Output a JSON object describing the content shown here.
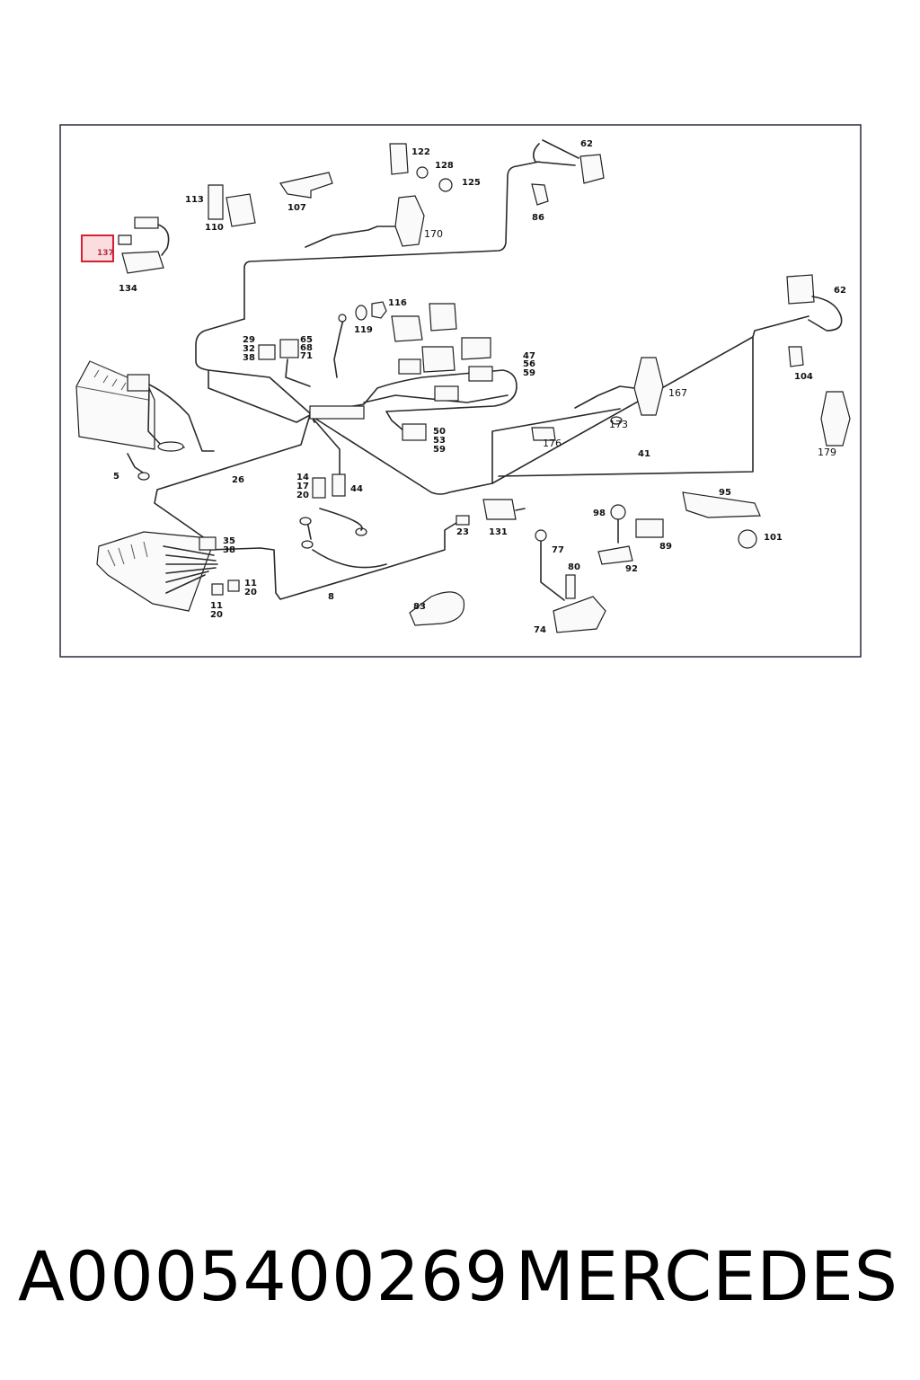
{
  "footer": {
    "part_number": "A0005400269",
    "brand": "MERCEDES"
  },
  "highlight": {
    "label": "137"
  },
  "labels": {
    "l122": "122",
    "l128": "128",
    "l125": "125",
    "l62a": "62",
    "l86": "86",
    "l113": "113",
    "l110": "110",
    "l107": "107",
    "l170": "170",
    "l134": "134",
    "l116": "116",
    "l119": "119",
    "l62b": "62",
    "g29": "29",
    "g32": "32",
    "g38": "38",
    "g65": "65",
    "g68": "68",
    "g71": "71",
    "g47": "47",
    "g56": "56",
    "g59a": "59",
    "l104": "104",
    "l167": "167",
    "l173": "173",
    "l176": "176",
    "g50": "50",
    "g53": "53",
    "g59b": "59",
    "l41": "41",
    "l179": "179",
    "l5": "5",
    "l26": "26",
    "g14": "14",
    "g17": "17",
    "g20a": "20",
    "l44": "44",
    "l95": "95",
    "l98": "98",
    "l89": "89",
    "l101": "101",
    "l23": "23",
    "l131": "131",
    "g35": "35",
    "g38b": "38",
    "l77": "77",
    "l80": "80",
    "l92": "92",
    "g11a": "11",
    "g20b": "20",
    "g11b": "11",
    "g20c": "20",
    "l8": "8",
    "l83": "83",
    "l74": "74"
  }
}
